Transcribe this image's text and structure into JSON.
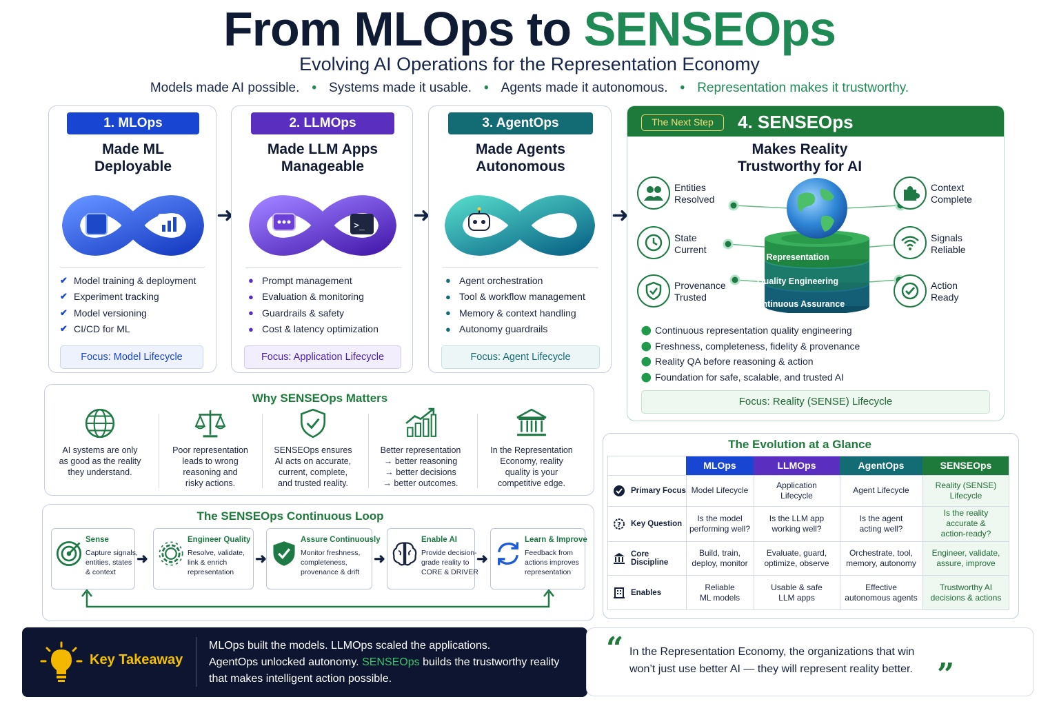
{
  "header": {
    "title_part1": "From MLOps to ",
    "title_part2": "SENSEOps",
    "subtitle": "Evolving AI Operations for the Representation Economy",
    "taglines": [
      "Models made AI possible.",
      "Systems made it usable.",
      "Agents made it autonomous.",
      "Representation makes it trustworthy."
    ],
    "separator": "•"
  },
  "stages": [
    {
      "pill": "1. MLOps",
      "title_line1": "Made ML",
      "title_line2": "Deployable",
      "bullets": [
        "Model training & deployment",
        "Experiment tracking",
        "Model versioning",
        "CI/CD for ML"
      ],
      "focus": "Focus: Model Lifecycle",
      "accent": "#1846d2"
    },
    {
      "pill": "2. LLMOps",
      "title_line1": "Made LLM Apps",
      "title_line2": "Manageable",
      "bullets": [
        "Prompt management",
        "Evaluation & monitoring",
        "Guardrails & safety",
        "Cost & latency optimization"
      ],
      "focus": "Focus: Application Lifecycle",
      "accent": "#5a2fc0"
    },
    {
      "pill": "3. AgentOps",
      "title_line1": "Made Agents",
      "title_line2": "Autonomous",
      "bullets": [
        "Agent orchestration",
        "Tool & workflow management",
        "Memory & context handling",
        "Autonomy guardrails"
      ],
      "focus": "Focus: Agent Lifecycle",
      "accent": "#136c73"
    }
  ],
  "senseops": {
    "badge": "The Next Step",
    "pill": "4. SENSEOps",
    "title_line1": "Makes Reality",
    "title_line2": "Trustworthy for AI",
    "left_items": [
      {
        "line1": "Entities",
        "line2": "Resolved",
        "icon": "people-icon"
      },
      {
        "line1": "State",
        "line2": "Current",
        "icon": "clock-icon"
      },
      {
        "line1": "Provenance",
        "line2": "Trusted",
        "icon": "shield-check-icon"
      }
    ],
    "right_items": [
      {
        "line1": "Context",
        "line2": "Complete",
        "icon": "puzzle-icon"
      },
      {
        "line1": "Signals",
        "line2": "Reliable",
        "icon": "wifi-icon"
      },
      {
        "line1": "Action",
        "line2": "Ready",
        "icon": "check-circle-icon"
      }
    ],
    "stack": [
      "Representation",
      "Quality Engineering",
      "Continuous Assurance"
    ],
    "bullets": [
      "Continuous representation quality engineering",
      "Freshness, completeness, fidelity & provenance",
      "Reality QA before reasoning & action",
      "Foundation for safe, scalable, and trusted AI"
    ],
    "focus": "Focus: Reality (SENSE) Lifecycle",
    "accent": "#1e7a3a"
  },
  "why": {
    "title": "Why SENSEOps Matters",
    "items": [
      {
        "icon": "globe-icon",
        "lines": [
          "AI systems are only",
          "as good as the reality",
          "they understand."
        ]
      },
      {
        "icon": "scales-icon",
        "lines": [
          "Poor representation",
          "leads to wrong",
          "reasoning and",
          "risky actions."
        ]
      },
      {
        "icon": "shield-icon",
        "lines": [
          "SENSEOps ensures",
          "AI acts on accurate,",
          "current, complete,",
          "and trusted reality."
        ]
      },
      {
        "icon": "growth-chart-icon",
        "lines": [
          "Better representation",
          "→ better reasoning",
          "→ better decisions",
          "→ better outcomes."
        ]
      },
      {
        "icon": "institution-icon",
        "lines": [
          "In the Representation",
          "Economy, reality",
          "quality is your",
          "competitive edge."
        ]
      }
    ]
  },
  "loop": {
    "title": "The SENSEOps Continuous Loop",
    "steps": [
      {
        "title": "Sense",
        "desc": [
          "Capture signals,",
          "entities, states",
          "& context"
        ],
        "icon": "target-icon"
      },
      {
        "title": "Engineer Quality",
        "desc": [
          "Resolve, validate,",
          "link & enrich",
          "representation"
        ],
        "icon": "gear-icon"
      },
      {
        "title": "Assure Continuously",
        "desc": [
          "Monitor freshness,",
          "completeness,",
          "provenance & drift"
        ],
        "icon": "shield-check-icon"
      },
      {
        "title": "Enable AI",
        "desc": [
          "Provide decision-",
          "grade reality to",
          "CORE & DRIVER"
        ],
        "icon": "brain-icon"
      },
      {
        "title": "Learn & Improve",
        "desc": [
          "Feedback from",
          "actions improves",
          "representation"
        ],
        "icon": "refresh-icon"
      }
    ]
  },
  "evolution": {
    "title": "The Evolution at a Glance",
    "columns": [
      {
        "name": "MLOps",
        "color": "#1846d2"
      },
      {
        "name": "LLMOps",
        "color": "#5a2fc0"
      },
      {
        "name": "AgentOps",
        "color": "#136c73"
      },
      {
        "name": "SENSEOps",
        "color": "#1e7a3a"
      }
    ],
    "rows": [
      {
        "label": "Primary Focus",
        "icon": "check-circle-icon",
        "cells": [
          [
            "Model Lifecycle"
          ],
          [
            "Application",
            "Lifecycle"
          ],
          [
            "Agent Lifecycle"
          ],
          [
            "Reality (SENSE)",
            "Lifecycle"
          ]
        ]
      },
      {
        "label": "Key Question",
        "icon": "gear-question-icon",
        "cells": [
          [
            "Is the model",
            "performing well?"
          ],
          [
            "Is the LLM app",
            "working well?"
          ],
          [
            "Is the agent",
            "acting well?"
          ],
          [
            "Is the reality",
            "accurate &",
            "action-ready?"
          ]
        ]
      },
      {
        "label": "Core Discipline",
        "icon": "institution-icon",
        "cells": [
          [
            "Build, train,",
            "deploy, monitor"
          ],
          [
            "Evaluate, guard,",
            "optimize, observe"
          ],
          [
            "Orchestrate, tool,",
            "memory, autonomy"
          ],
          [
            "Engineer, validate,",
            "assure, improve"
          ]
        ]
      },
      {
        "label": "Enables",
        "icon": "building-icon",
        "cells": [
          [
            "Reliable",
            "ML models"
          ],
          [
            "Usable & safe",
            "LLM apps"
          ],
          [
            "Effective",
            "autonomous agents"
          ],
          [
            "Trustworthy AI",
            "decisions & actions"
          ]
        ]
      }
    ]
  },
  "takeaway": {
    "label": "Key Takeaway",
    "line1": "MLOps built the models. LLMOps scaled the applications.",
    "line2_a": "AgentOps unlocked autonomy. ",
    "line2_b": "SENSEOps",
    "line2_c": " builds the trustworthy reality",
    "line3": "that makes intelligent action possible."
  },
  "quote": {
    "open": "“",
    "close": "”",
    "line1": "In the Representation Economy, the organizations that win",
    "line2": "won’t just use better AI — they will represent reality better."
  }
}
